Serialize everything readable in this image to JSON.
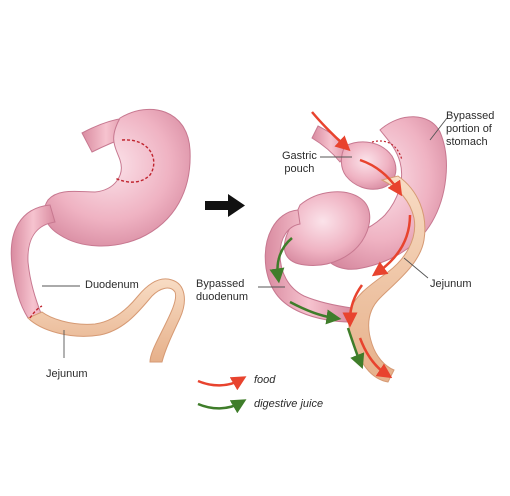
{
  "labels": {
    "duodenum": "Duodenum",
    "jejunum_left": "Jejunum",
    "gastric_pouch_line1": "Gastric",
    "gastric_pouch_line2": "pouch",
    "bypassed_stomach_line1": "Bypassed",
    "bypassed_stomach_line2": "portion of",
    "bypassed_stomach_line3": "stomach",
    "bypassed_duodenum_line1": "Bypassed",
    "bypassed_duodenum_line2": "duodenum",
    "jejunum_right": "Jejunum"
  },
  "legend": {
    "food": "food",
    "digestive_juice": "digestive juice"
  },
  "colors": {
    "stomach": "#e9a3b6",
    "stomach_dark": "#c76a86",
    "duodenum": "#ef9fb2",
    "jejunum": "#f4c9a8",
    "jejunum_dark": "#dba27c",
    "food_arrow": "#e8432e",
    "juice_arrow": "#3f7d2a",
    "transition_arrow": "#111111"
  }
}
